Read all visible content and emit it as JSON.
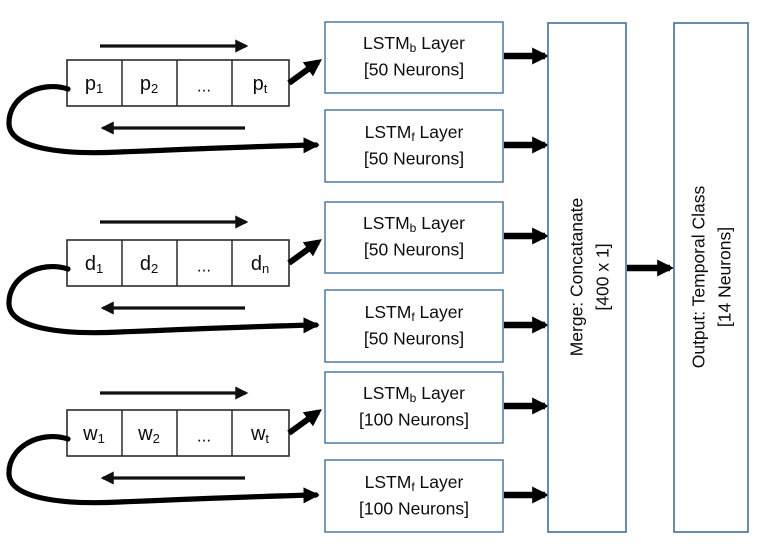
{
  "diagram": {
    "title": "Bidirectional LSTM multi-input architecture",
    "colors": {
      "box_border": "#41709c",
      "sequence_border": "#2b2b2b",
      "arrow": "#000000",
      "text": "#0d0d0d",
      "background": "#ffffff"
    },
    "branches": [
      {
        "id": "pose",
        "sequence": {
          "name": "pose-sequence",
          "cells": [
            "p",
            "p",
            "...",
            "p"
          ],
          "subs": [
            "1",
            "2",
            "",
            "t"
          ],
          "labels": [
            "p1",
            "p2",
            "...",
            "pt"
          ]
        },
        "forward_arrow_label": "",
        "backward_arrow_label": "",
        "lstm_backward": {
          "line1_prefix": "LSTM",
          "line1_sub": "b",
          "line1_suffix": " Layer",
          "line2": "[50 Neurons]"
        },
        "lstm_forward": {
          "line1_prefix": "LSTM",
          "line1_sub": "f",
          "line1_suffix": " Layer",
          "line2": "[50 Neurons]"
        }
      },
      {
        "id": "depth",
        "sequence": {
          "name": "depth-sequence",
          "cells": [
            "d",
            "d",
            "...",
            "d"
          ],
          "subs": [
            "1",
            "2",
            "",
            "n"
          ],
          "labels": [
            "d1",
            "d2",
            "...",
            "dn"
          ]
        },
        "lstm_backward": {
          "line1_prefix": "LSTM",
          "line1_sub": "b",
          "line1_suffix": " Layer",
          "line2": "[50 Neurons]"
        },
        "lstm_forward": {
          "line1_prefix": "LSTM",
          "line1_sub": "f",
          "line1_suffix": " Layer",
          "line2": "[50 Neurons]"
        }
      },
      {
        "id": "word",
        "sequence": {
          "name": "word-sequence",
          "cells": [
            "w",
            "w",
            "...",
            "w"
          ],
          "subs": [
            "1",
            "2",
            "",
            "t"
          ],
          "labels": [
            "w1",
            "w2",
            "...",
            "wt"
          ]
        },
        "lstm_backward": {
          "line1_prefix": "LSTM",
          "line1_sub": "b",
          "line1_suffix": " Layer",
          "line2": "[100 Neurons]"
        },
        "lstm_forward": {
          "line1_prefix": "LSTM",
          "line1_sub": "f",
          "line1_suffix": " Layer",
          "line2": "[100 Neurons]"
        }
      }
    ],
    "merge": {
      "line1": "Merge: Concatanate",
      "line2": "[400 x 1]"
    },
    "output": {
      "line1": "Output: Temporal Class",
      "line2": "[14 Neurons]"
    }
  }
}
